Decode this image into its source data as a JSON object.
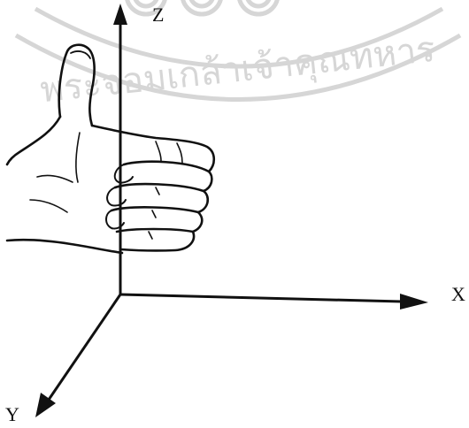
{
  "figure": {
    "axes": {
      "z_label": "Z",
      "x_label": "X",
      "y_label": "Y"
    },
    "watermark_text": "พระจอมเกล้าเจ้าคุณทหาร",
    "colors": {
      "ink": "#111111",
      "watermark": "#d6d6d6",
      "background": "#ffffff"
    },
    "icons": {
      "hand": "right-hand-thumb-up-icon"
    }
  }
}
